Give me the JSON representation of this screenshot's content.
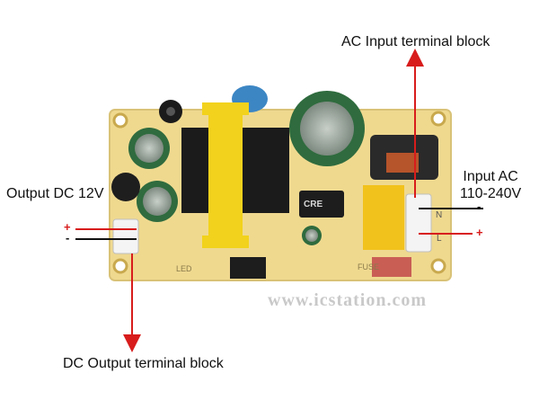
{
  "labels": {
    "ac_input_block": "AC Input terminal block",
    "input_ac_line1": "Input AC",
    "input_ac_line2": "110-240V",
    "output_dc": "Output DC 12V",
    "dc_output_block": "DC Output terminal block"
  },
  "polarity": {
    "output_plus": "+",
    "output_minus": "-",
    "input_minus": "-",
    "input_plus": "+"
  },
  "silkscreen": {
    "chip_marking": "CRE",
    "terminal_n": "N",
    "terminal_l": "L",
    "led": "LED",
    "fuse": "FUSE"
  },
  "watermark": "www.icstation.com",
  "colors": {
    "pcb": "#efd98f",
    "arrow": "#d81c1c",
    "transformer": "#f2d21c",
    "capacitor": "#2f6b3e"
  }
}
